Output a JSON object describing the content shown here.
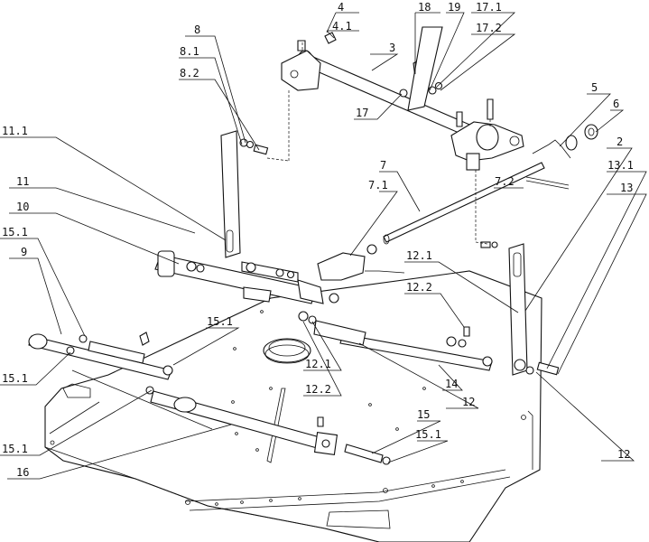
{
  "diagram": {
    "labels": [
      {
        "id": "4",
        "text": "4"
      },
      {
        "id": "4_1",
        "text": "4.1"
      },
      {
        "id": "3",
        "text": "3"
      },
      {
        "id": "8",
        "text": "8"
      },
      {
        "id": "8_1",
        "text": "8.1"
      },
      {
        "id": "8_2",
        "text": "8.2"
      },
      {
        "id": "18",
        "text": "18"
      },
      {
        "id": "19",
        "text": "19"
      },
      {
        "id": "17_1",
        "text": "17.1"
      },
      {
        "id": "17_2",
        "text": "17.2"
      },
      {
        "id": "17",
        "text": "17"
      },
      {
        "id": "5",
        "text": "5"
      },
      {
        "id": "6",
        "text": "6"
      },
      {
        "id": "11_1",
        "text": "11.1"
      },
      {
        "id": "11",
        "text": "11"
      },
      {
        "id": "10",
        "text": "10"
      },
      {
        "id": "7",
        "text": "7"
      },
      {
        "id": "7_1",
        "text": "7.1"
      },
      {
        "id": "7_2",
        "text": "7.2"
      },
      {
        "id": "2",
        "text": "2"
      },
      {
        "id": "13_1",
        "text": "13.1"
      },
      {
        "id": "13",
        "text": "13"
      },
      {
        "id": "15_1_a",
        "text": "15.1"
      },
      {
        "id": "9",
        "text": "9"
      },
      {
        "id": "12_1_a",
        "text": "12.1"
      },
      {
        "id": "12_2_a",
        "text": "12.2"
      },
      {
        "id": "15_1_b",
        "text": "15.1"
      },
      {
        "id": "15_1_c",
        "text": "15.1"
      },
      {
        "id": "12_1_b",
        "text": "12.1"
      },
      {
        "id": "12_2_b",
        "text": "12.2"
      },
      {
        "id": "14",
        "text": "14"
      },
      {
        "id": "12_a",
        "text": "12"
      },
      {
        "id": "15",
        "text": "15"
      },
      {
        "id": "15_1_d",
        "text": "15.1"
      },
      {
        "id": "15_1_e",
        "text": "15.1"
      },
      {
        "id": "16",
        "text": "16"
      },
      {
        "id": "12_b",
        "text": "12"
      }
    ]
  }
}
